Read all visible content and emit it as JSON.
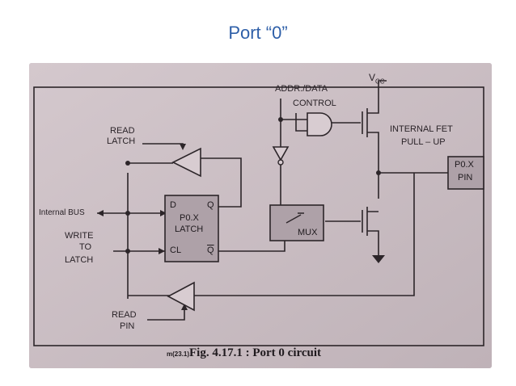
{
  "slide": {
    "title": "Port “0”"
  },
  "figure": {
    "labels": {
      "read_latch_1": "READ",
      "read_latch_2": "LATCH",
      "internal_bus": "Internal BUS",
      "write_1": "WRITE",
      "write_2": "TO",
      "write_3": "LATCH",
      "read_pin_1": "READ",
      "read_pin_2": "PIN",
      "addr_data": "ADDR./DATA",
      "control": "CONTROL",
      "vcc": "V",
      "vcc_sub": "CC",
      "fet_1": "INTERNAL FET",
      "fet_2": "PULL – UP",
      "latch_d": "D",
      "latch_q": "Q",
      "latch_name_1": "P0.X",
      "latch_name_2": "LATCH",
      "latch_cl": "CL",
      "latch_qbar": "Q",
      "mux": "MUX",
      "pin_1": "P0.X",
      "pin_2": "PIN"
    },
    "caption_prefix": "m(23.1)",
    "caption": "Fig. 4.17.1 : Port 0 circuit"
  }
}
